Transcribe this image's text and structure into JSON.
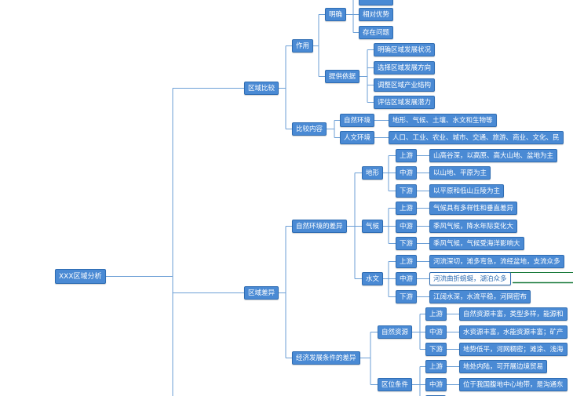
{
  "root": "XXX区域分析",
  "branches": {
    "comparison": "区域比较",
    "role": "作用",
    "clarify": "明确",
    "advantage": "相对优势",
    "problems": "存在问题",
    "basis": "提供依据",
    "basis_status": "明确区域发展状况",
    "basis_direction": "选择区域发展方向",
    "basis_structure": "调整区域产业结构",
    "basis_potential": "评估区域发展潜力",
    "content": "比较内容",
    "nat_env": "自然环境",
    "nat_env_items": "地形、气候、土壤、水文和生物等",
    "hum_env": "人文环境",
    "hum_env_items": "人口、工业、农业、城市、交通、旅游、商业、文化、民",
    "difference": "区域差异",
    "nat_diff": "自然环境的差异",
    "terrain": "地形",
    "terrain_up": "上游",
    "terrain_up_text": "山高谷深，以高原、高大山地、盆地为主",
    "terrain_mid": "中游",
    "terrain_mid_text": "以山地、平原为主",
    "terrain_down": "下游",
    "terrain_down_text": "以平原和低山丘陵为主",
    "climate": "气候",
    "climate_up": "上游",
    "climate_up_text": "气候具有多样性和垂直差异",
    "climate_mid": "中游",
    "climate_mid_text": "季风气候，降水年际变化大",
    "climate_down": "下游",
    "climate_down_text": "季风气候，气候受海洋影响大",
    "hydro": "水文",
    "hydro_up": "上游",
    "hydro_up_text": "河流深切，滩多弯急，流经盆地，支流众多",
    "hydro_mid": "中游",
    "hydro_mid_text": "河流曲折蜿蜒，湖泊众多",
    "hydro_down": "下游",
    "hydro_down_text": "江阔水深，水流平稳，河网密布",
    "econ_diff": "经济发展条件的差异",
    "resources": "自然资源",
    "res_up": "上游",
    "res_up_text": "自然资源丰富，类型多样，能源和",
    "res_mid": "中游",
    "res_mid_text": "水资源丰富，水能资源丰富；矿产",
    "res_down": "下游",
    "res_down_text": "地势低平，河网稠密；滩涂、浅海",
    "location": "区位条件",
    "loc_up": "上游",
    "loc_up_text": "地处内陆，可开展边境贸易",
    "loc_mid": "中游",
    "loc_mid_text": "位于我国腹地中心地带，是沟通东"
  },
  "colors": {
    "node_fill": "#4a8ad4",
    "node_border": "#2f6db3",
    "link": "#6c9fd6",
    "accent_line": "#1a7a3c"
  }
}
